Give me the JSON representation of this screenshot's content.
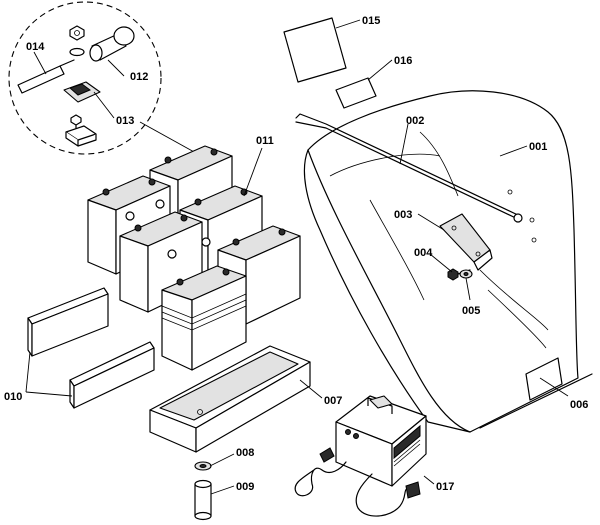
{
  "callouts": {
    "c001": "001",
    "c002": "002",
    "c003": "003",
    "c004": "004",
    "c005": "005",
    "c006": "006",
    "c007": "007",
    "c008": "008",
    "c009": "009",
    "c010": "010",
    "c011": "011",
    "c012": "012",
    "c013": "013",
    "c014": "014",
    "c015": "015",
    "c016": "016",
    "c017": "017"
  }
}
